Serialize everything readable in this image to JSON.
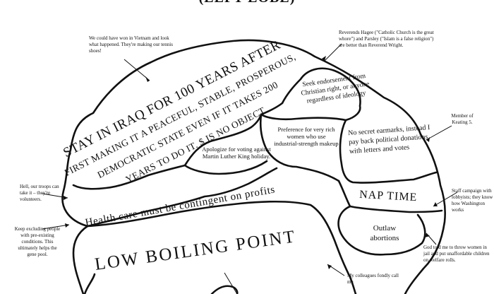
{
  "header": {
    "title": "(LEFT LOBE)"
  },
  "lobes": {
    "iraq": {
      "lines": [
        "STAY IN IRAQ FOR 100 YEARS AFTER",
        "FIRST MAKING IT A PEACEFUL, STABLE, PROSPEROUS,",
        "DEMOCRATIC STATE EVEN IF IT TAKES 200",
        "YEARS TO DO IT. $ IS NO OBJECT"
      ]
    },
    "endorsement": {
      "text": "Seek endorsement from Christian right, or anyone regardless of ideology"
    },
    "earmarks": {
      "text": "No secret earmarks, instead I pay back political donations with letters and votes"
    },
    "preference": {
      "text": "Preference for very rich women who use industrial-strength makeup"
    },
    "apologize": {
      "text": "Apologize for voting against Martin Luther King holiday."
    },
    "healthcare": {
      "text": "Health care must be contingent on profits"
    },
    "nap": {
      "text": "NAP TIME"
    },
    "abortions": {
      "text": "Outlaw abortions"
    },
    "boiling": {
      "text": "LOW BOILING POINT"
    }
  },
  "notes": {
    "vietnam": "We could have won in Vietnam and look what happened. They're making our tennis shoes!",
    "reverends": "Reverends Hagee (\"Catholic Church is the great whore\") and Parsley (\"Islam is a false religion\") are better than Reverend Wright.",
    "keating": "Member of Keating 5.",
    "troops": "Hell, our troops can take it – they're volunteers.",
    "staff": "Staff campaign with lobbyists; they know how Washington works",
    "excluding": "Keep excluding people with pre-existing conditions. This ultimately helps the gene pool.",
    "god": "God told me to throw women in jail and put unaffordable children on welfare rolls.",
    "colleagues": "My colleagues fondly call me"
  }
}
